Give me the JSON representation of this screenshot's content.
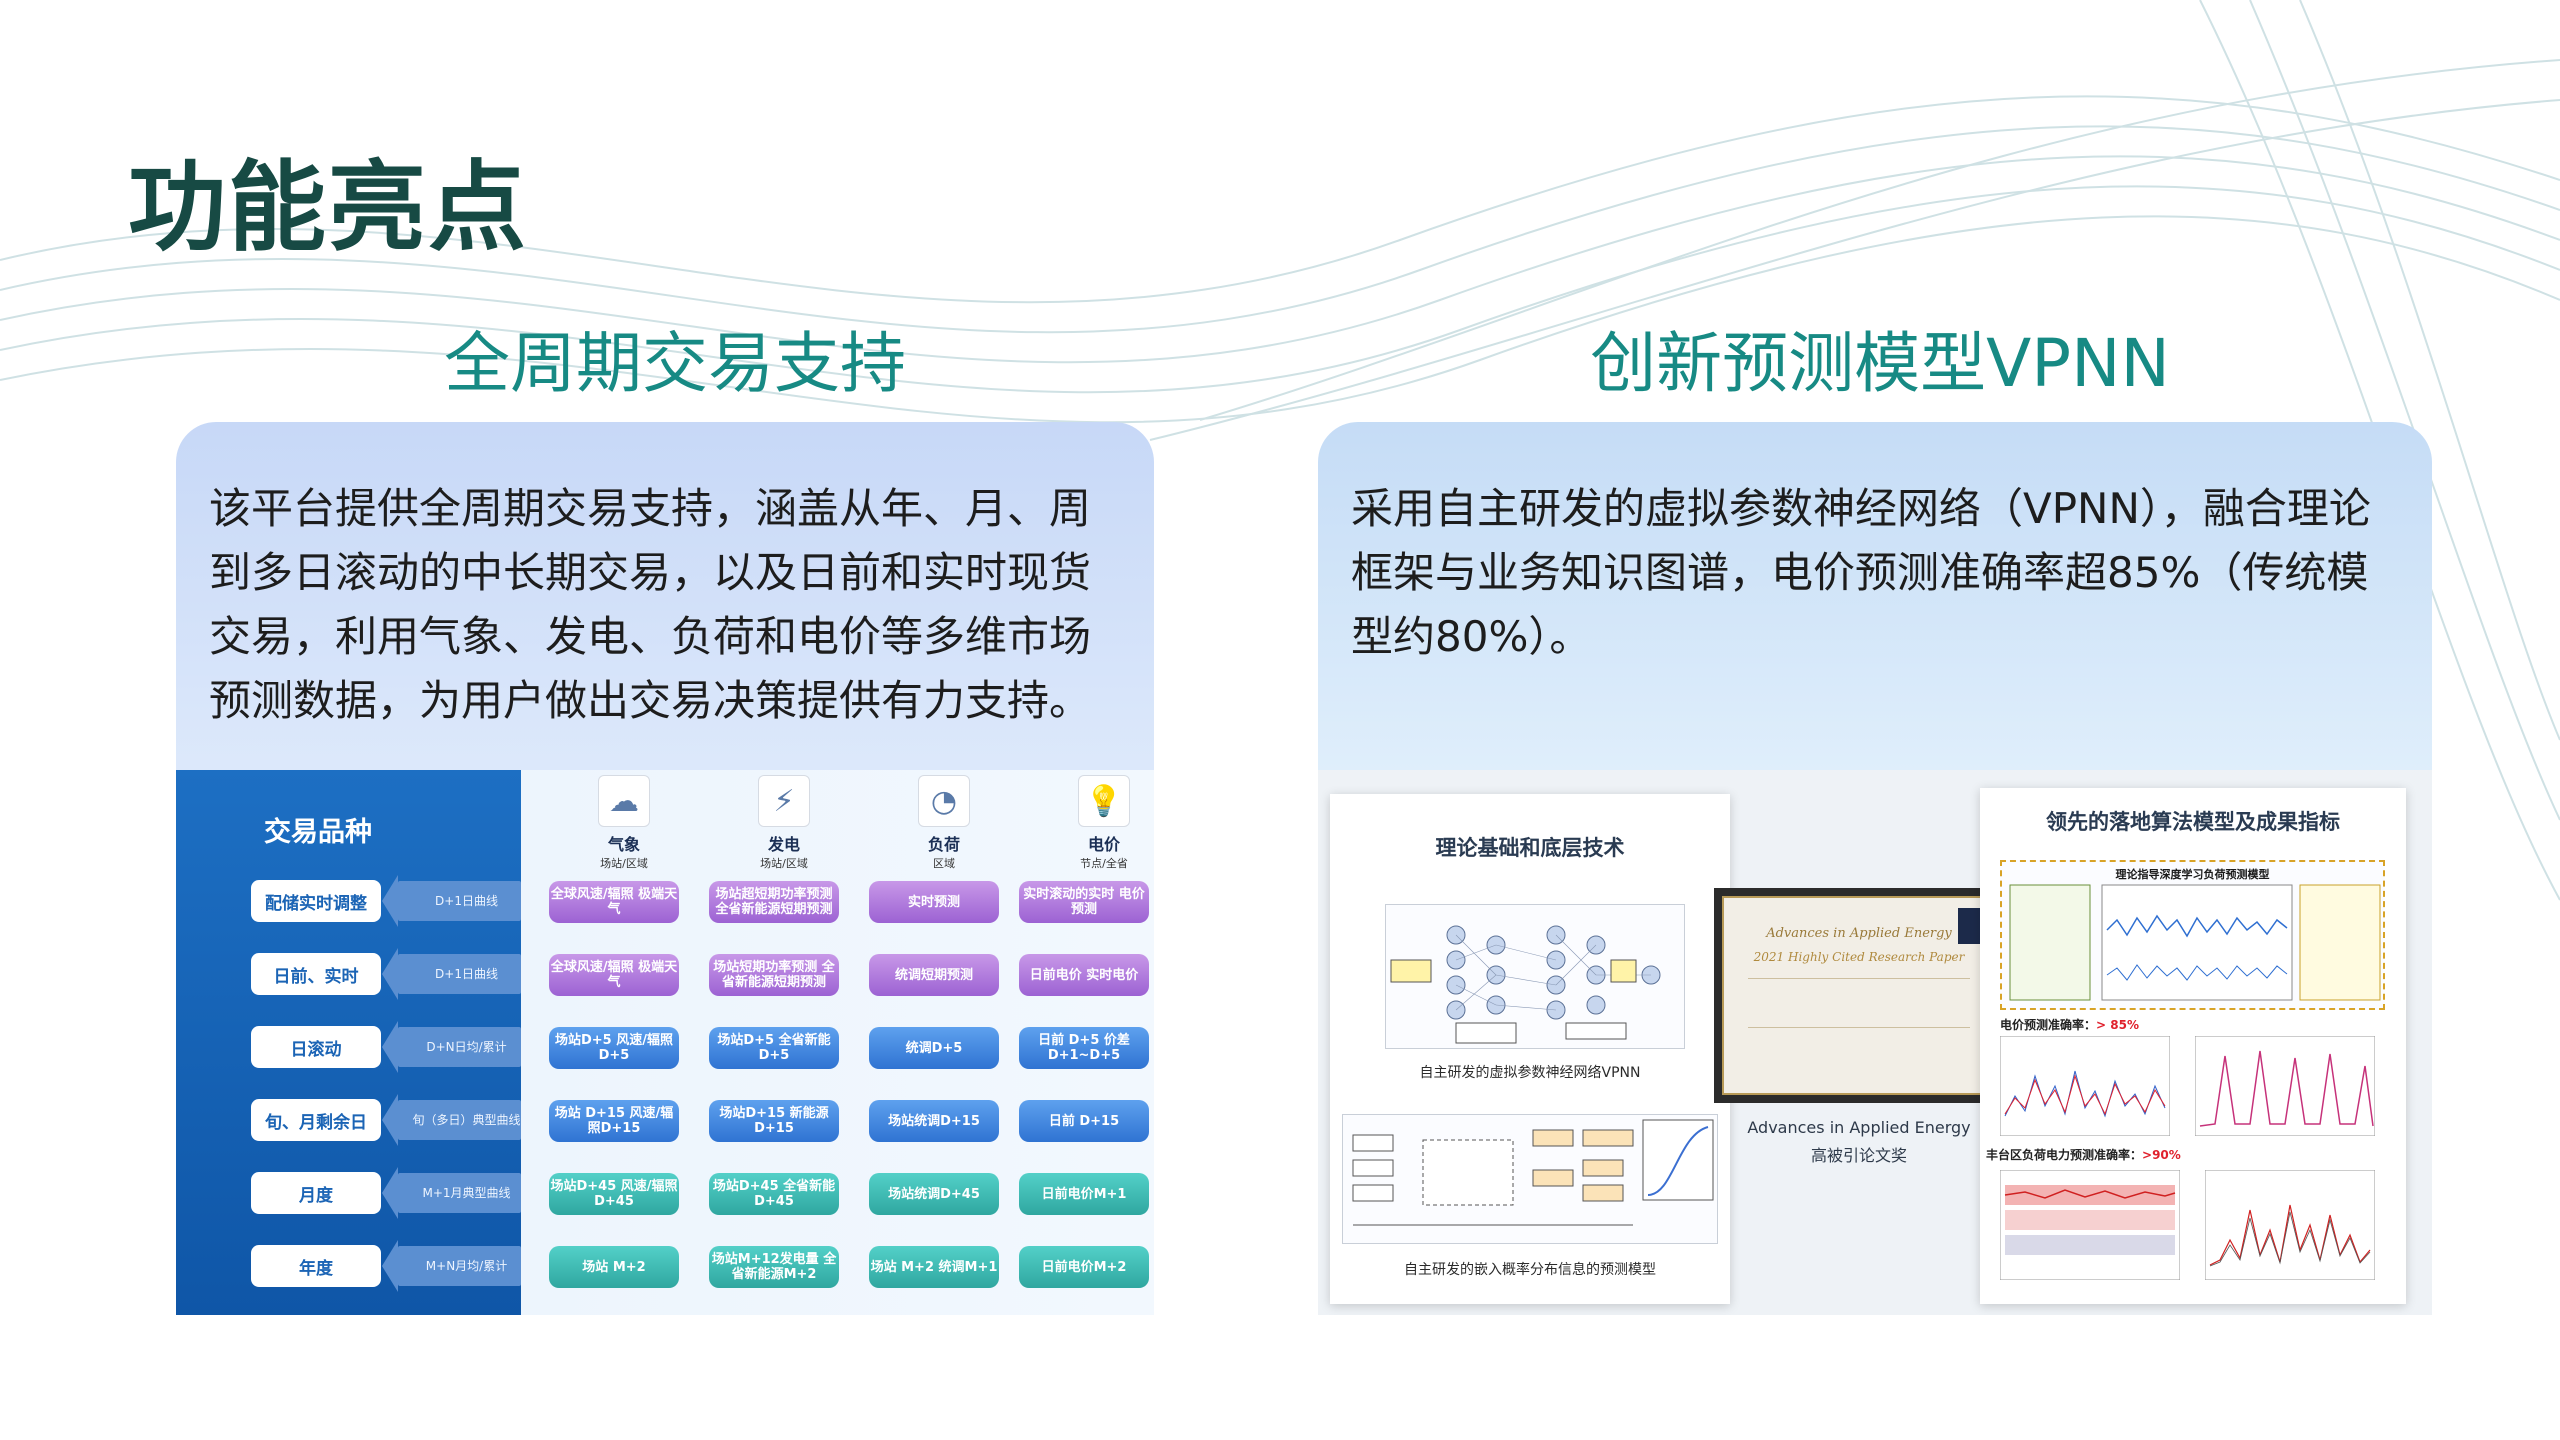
{
  "page_title": "功能亮点",
  "left": {
    "title": "全周期交易支持",
    "text": "该平台提供全周期交易支持，涵盖从年、月、周到多日滚动的中长期交易，以及日前和实时现货交易，利用气象、发电、负荷和电价等多维市场预测数据，为用户做出交易决策提供有力支持。",
    "table": {
      "side_title": "交易品种",
      "rows": [
        {
          "label": "配储实时调整",
          "arrow": "D+1日曲线"
        },
        {
          "label": "日前、实时",
          "arrow": "D+1日曲线"
        },
        {
          "label": "日滚动",
          "arrow": "D+N日均/累计"
        },
        {
          "label": "旬、月剩余日",
          "arrow": "旬（多日）典型曲线"
        },
        {
          "label": "月度",
          "arrow": "M+1月典型曲线"
        },
        {
          "label": "年度",
          "arrow": "M+N月均/累计"
        }
      ],
      "columns": [
        {
          "label": "气象",
          "sub": "场站/区域",
          "icon": "weather-icon"
        },
        {
          "label": "发电",
          "sub": "场站/区域",
          "icon": "power-generation-icon"
        },
        {
          "label": "负荷",
          "sub": "区域",
          "icon": "meter-icon"
        },
        {
          "label": "电价",
          "sub": "节点/全省",
          "icon": "lightbulb-icon"
        }
      ],
      "cells": [
        [
          "全球风速/辐照 极端天气",
          "场站超短期功率预测 全省新能源短期预测",
          "实时预测",
          "实时滚动的实时 电价预测"
        ],
        [
          "全球风速/辐照 极端天气",
          "场站短期功率预测 全省新能源短期预测",
          "统调短期预测",
          "日前电价 实时电价"
        ],
        [
          "场站D+5 风速/辐照 D+5",
          "场站D+5 全省新能D+5",
          "统调D+5",
          "日前 D+5 价差 D+1~D+5"
        ],
        [
          "场站 D+15 风速/辐照D+15",
          "场站D+15 新能源D+15",
          "场站统调D+15",
          "日前 D+15"
        ],
        [
          "场站D+45 风速/辐照D+45",
          "场站D+45 全省新能D+45",
          "场站统调D+45",
          "日前电价M+1"
        ],
        [
          "场站 M+2",
          "场站M+12发电量 全省新能源M+2",
          "场站 M+2 统调M+1",
          "日前电价M+2"
        ]
      ]
    }
  },
  "right": {
    "title": "创新预测模型VPNN",
    "text": "采用自主研发的虚拟参数神经网络（VPNN），融合理论框架与业务知识图谱，电价预测准确率超85%（传统模型约80%）。",
    "image": {
      "panel_left_title": "理论基础和底层技术",
      "caption_1": "自主研发的虚拟参数神经网络VPNN",
      "caption_2": "自主研发的嵌入概率分布信息的预测模型",
      "cert_journal": "Advances in Applied Energy",
      "cert_award": "2021 Highly Cited Research Paper",
      "cert_caption_1": "Advances in Applied Energy",
      "cert_caption_2": "高被引论文奖",
      "panel_right_title": "领先的落地算法模型及成果指标",
      "metric_1_label": "电价预测准确率：",
      "metric_1_value": "> 85%",
      "metric_2_label": "丰台区负荷电力预测准确率：",
      "metric_2_value": ">90%",
      "diagram_title": "理论指导深度学习负荷预测模型"
    }
  }
}
